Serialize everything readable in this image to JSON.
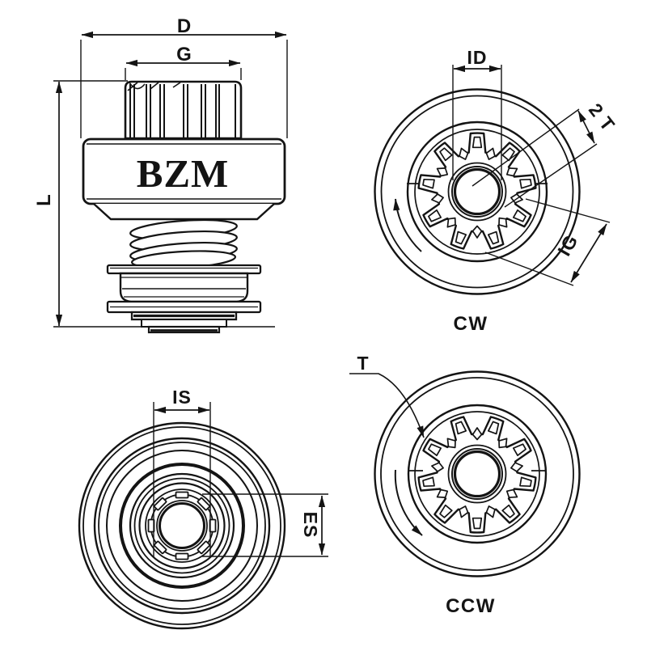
{
  "palette": {
    "ink": "#141414",
    "background": "#ffffff"
  },
  "brand": {
    "name": "BZM"
  },
  "gear": {
    "teeth": 9
  },
  "views": {
    "side_profile": {
      "dim_labels": {
        "d": "D",
        "g": "G",
        "l": "L"
      }
    },
    "front_clockwise": {
      "dim_labels": {
        "id": "ID",
        "two_t": "2 T",
        "ig": "IG"
      },
      "rotation": "CW"
    },
    "rear": {
      "dim_labels": {
        "is": "IS",
        "es": "ES"
      }
    },
    "front_counter_clockwise": {
      "dim_labels": {
        "t": "T"
      },
      "rotation": "CCW"
    }
  }
}
